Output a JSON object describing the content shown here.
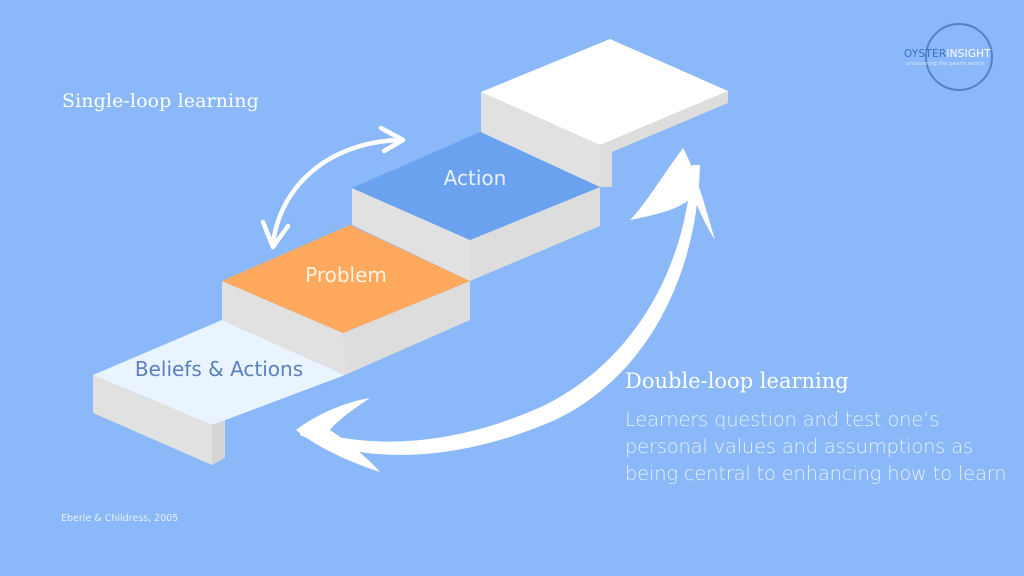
{
  "slide": {
    "background_color": "#8ab8f8",
    "single_loop": {
      "title": "Single-loop learning"
    },
    "double_loop": {
      "title": "Double-loop learning",
      "description": "Learners question and test one’s personal values and assumptions as being central to enhancing how to learn"
    },
    "citation": "Eberle & Childress, 2005",
    "logo": {
      "name_part1": "OYSTER",
      "name_part2": "INSIGHT",
      "tagline": "uncovering the pearls within"
    },
    "steps": [
      {
        "label": "Beliefs & Actions",
        "color": "#eaf4ff"
      },
      {
        "label": "Problem",
        "color": "#ffa95e"
      },
      {
        "label": "Action",
        "color": "#6aa2f0"
      },
      {
        "label": "",
        "color": "#ffffff"
      }
    ],
    "arrows": [
      {
        "name": "single-loop-arrow",
        "between": [
          "Problem",
          "Action"
        ],
        "direction": "bidirectional"
      },
      {
        "name": "double-loop-arrow",
        "between": [
          "Beliefs & Actions",
          "top step"
        ],
        "direction": "bidirectional"
      }
    ]
  }
}
